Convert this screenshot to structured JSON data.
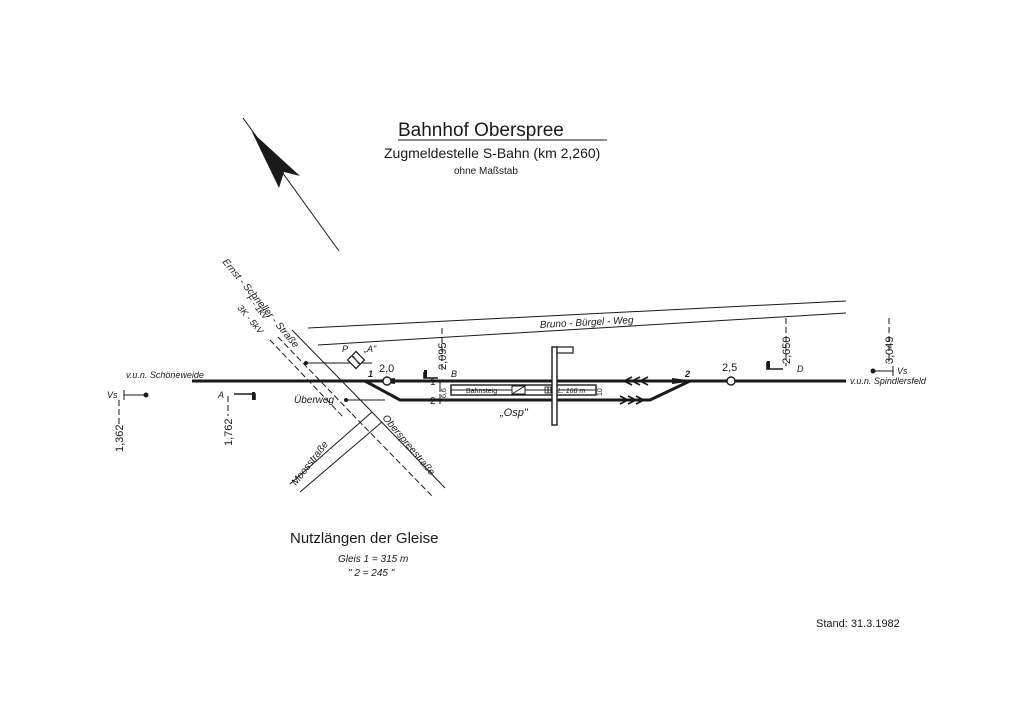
{
  "title": "Bahnhof Oberspree",
  "subtitle": "Zugmeldestelle S-Bahn (km 2,260)",
  "scale_note": "ohne Maßstab",
  "streets": {
    "ernst_schneller": "Ernst - Schneller - Straße",
    "line_voltage_1": "F - 1kV",
    "line_voltage_2": "3K - 5kV",
    "bruno_buergel": "Bruno - Bürgel - Weg",
    "moos": "Moosstraße",
    "oberspree": "Oberspreestraße"
  },
  "directions": {
    "left": "v.u.n. Schöneweide",
    "right": "v.u.n. Spindlersfeld"
  },
  "signals": {
    "vsig_left": "Vs",
    "vsig_right": "Vs",
    "signal_a_label": "A",
    "signal_a_quote": "„A\"",
    "p_label": "P",
    "b_label": "B",
    "d_label": "D"
  },
  "kilometer_marks": {
    "k1362": "1,362",
    "k1762": "1,762",
    "k2095": "2,095",
    "k2650": "2,650",
    "k3049": "3,049",
    "k20": "2,0",
    "k25": "2,5"
  },
  "tracks": {
    "track1": "1",
    "track2": "2",
    "switch1": "1",
    "switch2": "2"
  },
  "platform": {
    "label": "Bahnsteig",
    "length": "L: 168 m",
    "left_km": "6,6",
    "right_km": "10",
    "station_code": "„Osp\""
  },
  "crossing": "Überweg",
  "useful_lengths": {
    "heading": "Nutzlängen der Gleise",
    "line1": "Gleis 1 = 315 m",
    "line2": "\" 2 = 245 \""
  },
  "status": "Stand: 31.3.1982"
}
